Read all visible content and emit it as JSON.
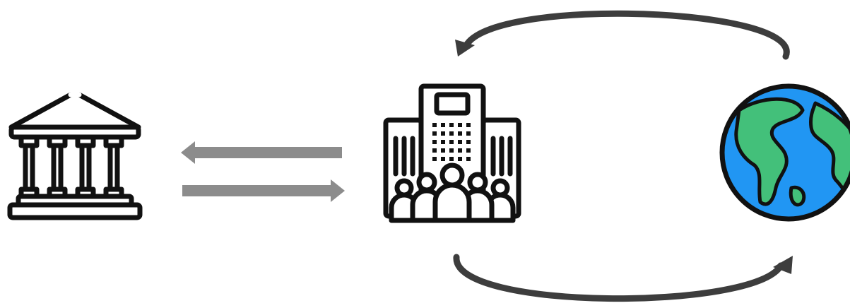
{
  "diagram": {
    "nodes": [
      {
        "id": "bank",
        "icon": "bank-building-icon"
      },
      {
        "id": "company",
        "icon": "office-building-with-people-icon"
      },
      {
        "id": "world",
        "icon": "globe-icon"
      }
    ],
    "edges": [
      {
        "from": "company",
        "to": "bank",
        "style": "straight",
        "color": "#8c8c8c"
      },
      {
        "from": "bank",
        "to": "company",
        "style": "straight",
        "color": "#8c8c8c"
      },
      {
        "from": "world",
        "to": "company",
        "style": "curved-top",
        "color": "#3d3d3d"
      },
      {
        "from": "company",
        "to": "world",
        "style": "curved-bottom",
        "color": "#3d3d3d"
      }
    ],
    "colors": {
      "ocean": "#2196f3",
      "land": "#43c07a",
      "outline": "#111111",
      "straight_arrow": "#8c8c8c",
      "curved_arrow": "#3d3d3d"
    }
  }
}
